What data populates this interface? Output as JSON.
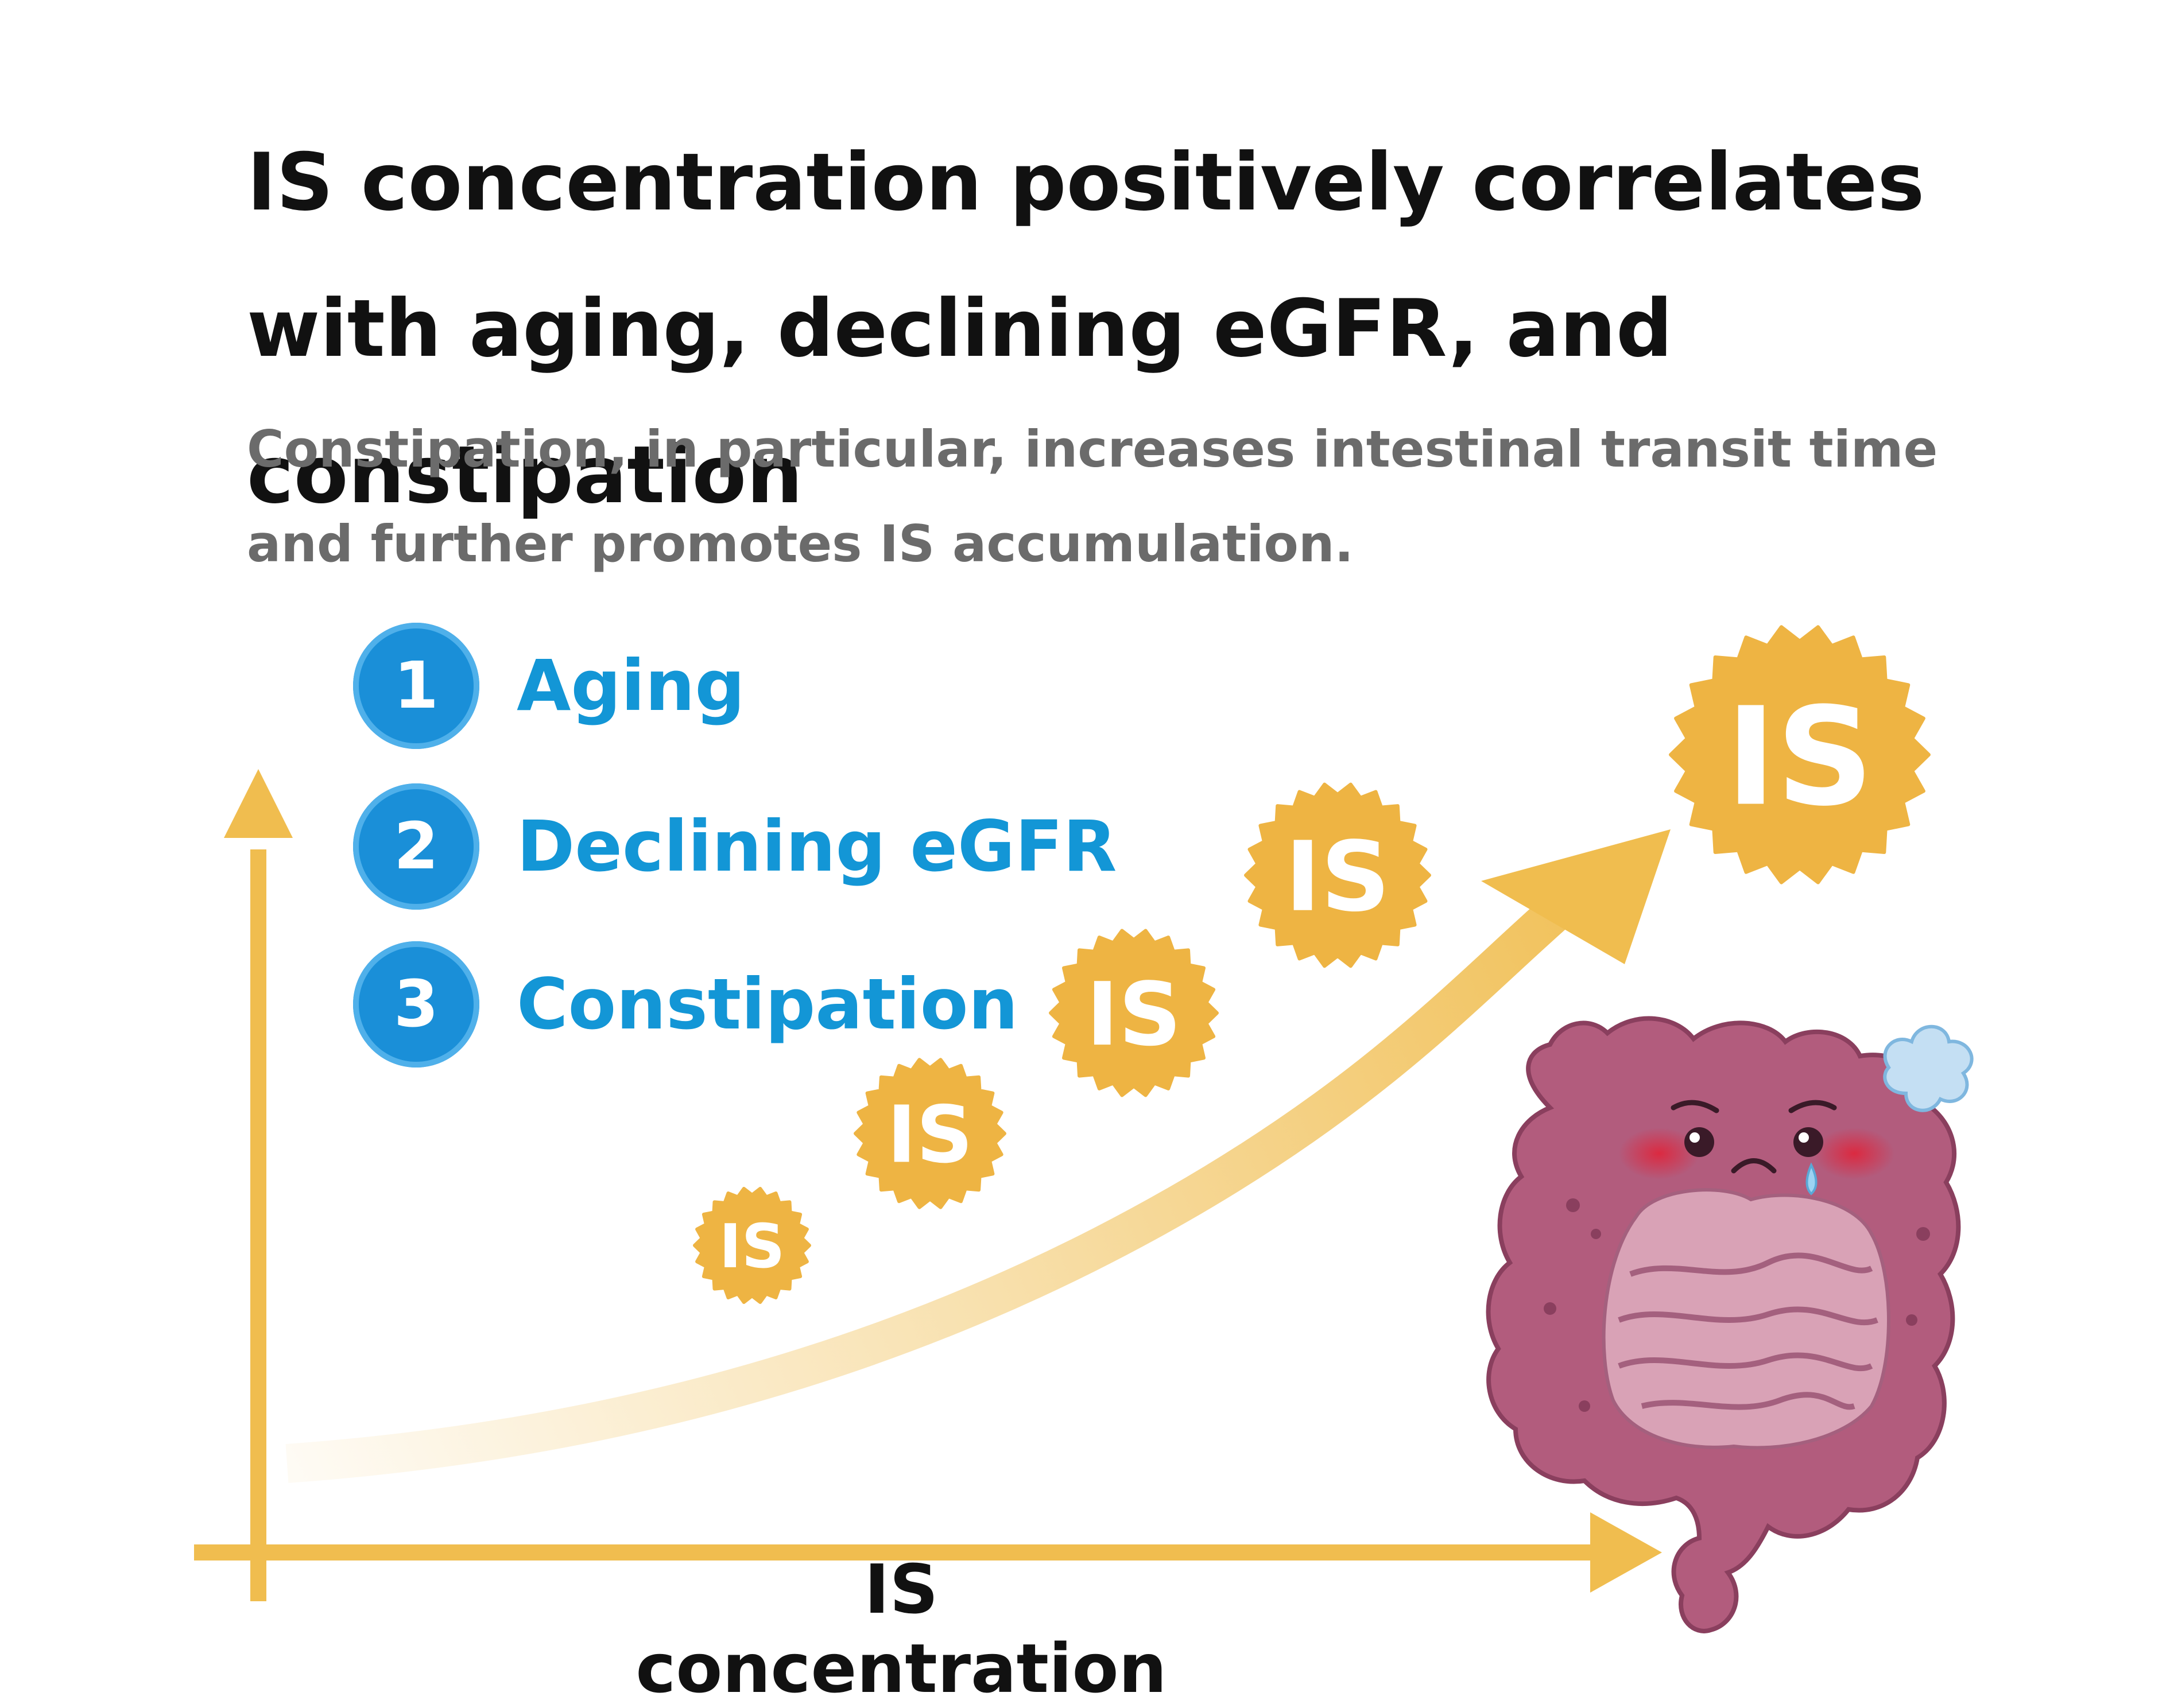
{
  "title": "IS concentration positively correlates with aging, declining eGFR, and constipation",
  "subtitle": "Constipation, in particular, increases intestinal transit time and further promotes IS accumulation.",
  "factors": [
    {
      "number": "1",
      "label": "Aging"
    },
    {
      "number": "2",
      "label": "Declining eGFR"
    },
    {
      "number": "3",
      "label": "Constipation"
    }
  ],
  "badge_text": "IS",
  "x_axis_label": "IS concentration",
  "colors": {
    "axis": "#f0bd4f",
    "badge": "#eeb443",
    "factor_circle": "#1a8fd8",
    "factor_text": "#1396d6",
    "intestine": "#b25c7d"
  }
}
